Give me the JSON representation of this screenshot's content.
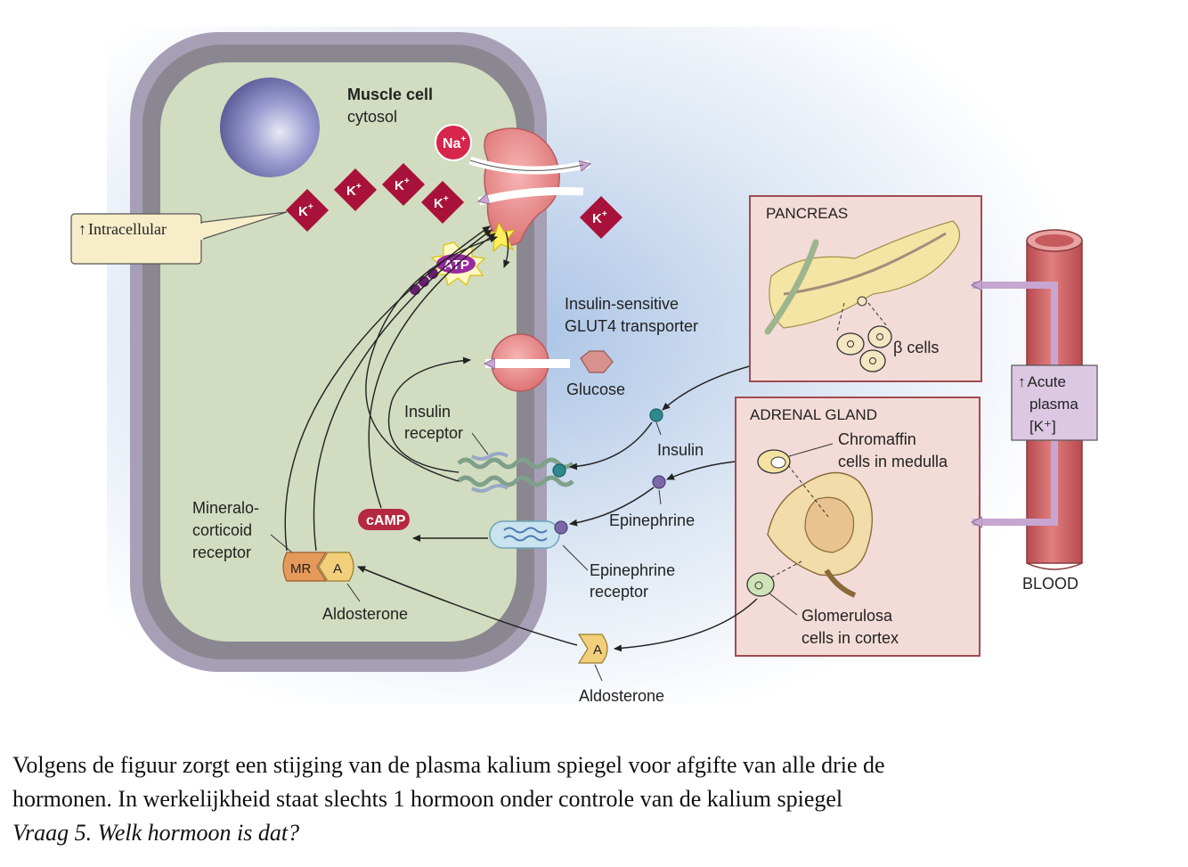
{
  "diagram": {
    "cell": {
      "title": "Muscle cell",
      "subtitle": "cytosol"
    },
    "ions": {
      "sodium": "Na",
      "potassium": "K",
      "charge": "+"
    },
    "callout": {
      "arrow": "↑",
      "label": "Intracellular"
    },
    "atp": "ATP",
    "glut4": {
      "line1": "Insulin-sensitive",
      "line2": "GLUT4 transporter"
    },
    "glucose": "Glucose",
    "insulin_receptor": {
      "line1": "Insulin",
      "line2": "receptor"
    },
    "camp": "cAMP",
    "mineralocorticoid_receptor": {
      "line1": "Mineralo-",
      "line2": "corticoid",
      "line3": "receptor",
      "mr": "MR",
      "a": "A"
    },
    "aldosterone_inside": "Aldosterone",
    "aldosterone_outside": {
      "symbol": "A",
      "label": "Aldosterone"
    },
    "insulin": "Insulin",
    "epinephrine": "Epinephrine",
    "epinephrine_receptor": {
      "line1": "Epinephrine",
      "line2": "receptor"
    },
    "pancreas": {
      "title": "PANCREAS",
      "beta_cells": "β cells"
    },
    "adrenal": {
      "title": "ADRENAL GLAND",
      "chromaffin_line1": "Chromaffin",
      "chromaffin_line2": "cells in medulla",
      "glomerulosa_line1": "Glomerulosa",
      "glomerulosa_line2": "cells in cortex"
    },
    "plasma_box": {
      "arrow": "↑",
      "line1": "Acute",
      "line2": "plasma",
      "line3": "[K⁺]"
    },
    "blood": "BLOOD",
    "colors": {
      "cell_interior": "#d2dcc0",
      "membrane": "#8f8b96",
      "k_diamond": "#a8123a",
      "organ_box": "#f3dcd8",
      "organ_border": "#a14a52",
      "blood_vessel": "#d4676a",
      "plasma_box": "#dcc8e3"
    }
  },
  "caption": {
    "line1": "Volgens de figuur zorgt een stijging van de plasma kalium spiegel voor afgifte van alle drie de",
    "line2": "hormonen. In werkelijkheid staat slechts 1 hormoon onder controle van de kalium spiegel",
    "line3": "Vraag 5. Welk hormoon is dat?"
  }
}
